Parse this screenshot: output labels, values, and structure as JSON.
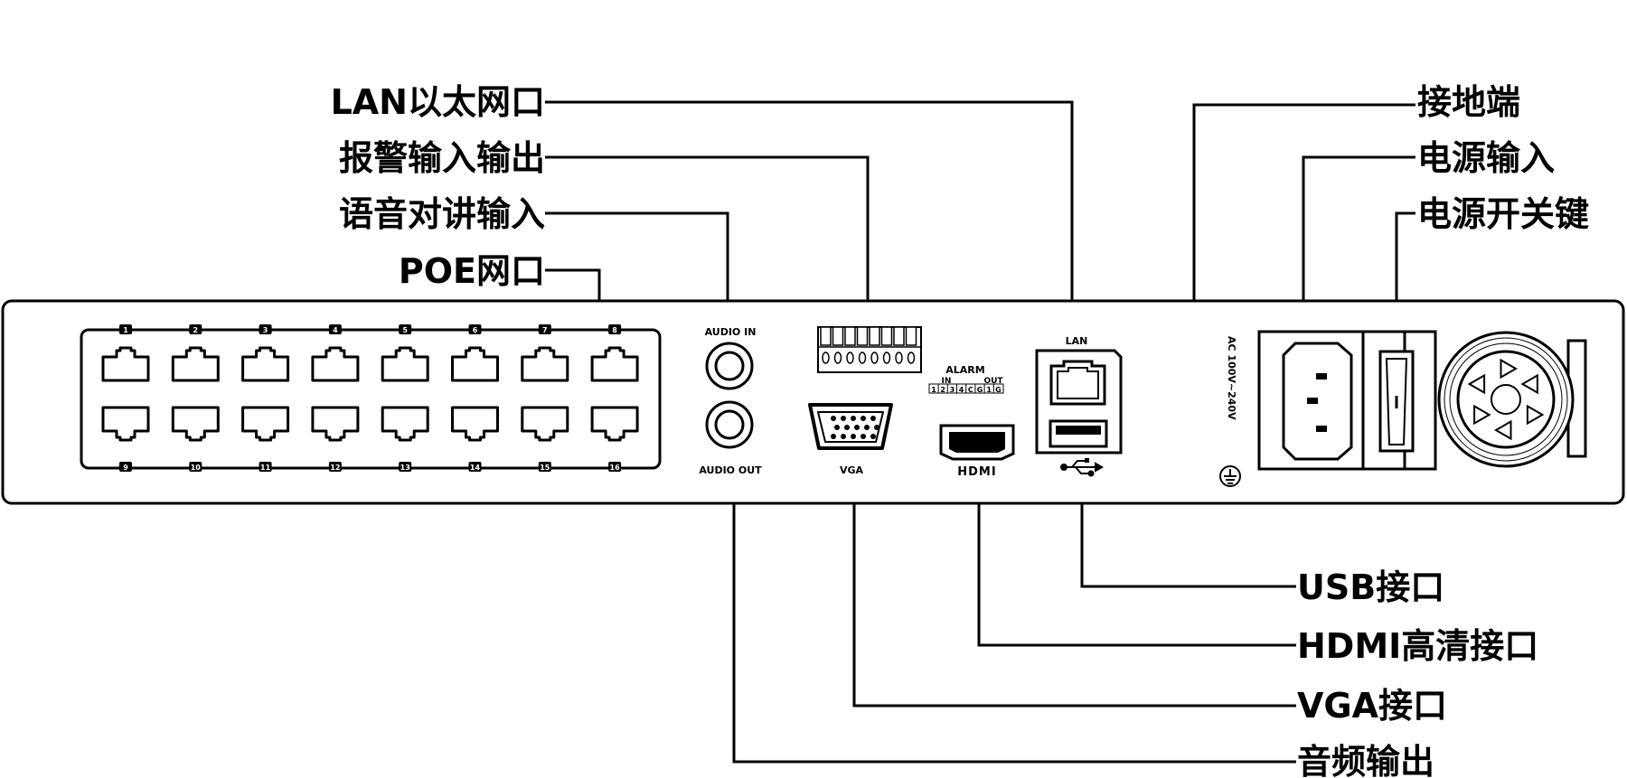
{
  "callouts_top_left": {
    "lan": "LAN以太网口",
    "alarm": "报警输入输出",
    "audio_in": "语音对讲输入",
    "poe": "POE网口"
  },
  "callouts_top_right": {
    "ground": "接地端",
    "power_input": "电源输入",
    "power_switch": "电源开关键"
  },
  "callouts_bottom": {
    "usb": "USB接口",
    "hdmi": "HDMI高清接口",
    "vga": "VGA接口",
    "audio_out": "音频输出"
  },
  "panel": {
    "poe_top_numbers": [
      "1",
      "2",
      "3",
      "4",
      "5",
      "6",
      "7",
      "8"
    ],
    "poe_bottom_numbers": [
      "9",
      "10",
      "11",
      "12",
      "13",
      "14",
      "15",
      "16"
    ],
    "audio_in_label": "AUDIO IN",
    "audio_out_label": "AUDIO OUT",
    "vga_label": "VGA",
    "hdmi_label": "HDMI",
    "lan_label": "LAN",
    "alarm_label": "ALARM",
    "alarm_in_label": "IN",
    "alarm_out_label": "OUT",
    "alarm_pins": [
      "1",
      "2",
      "3",
      "4",
      "C",
      "G",
      "1",
      "G"
    ],
    "ac_label": "AC 100V~240V"
  }
}
